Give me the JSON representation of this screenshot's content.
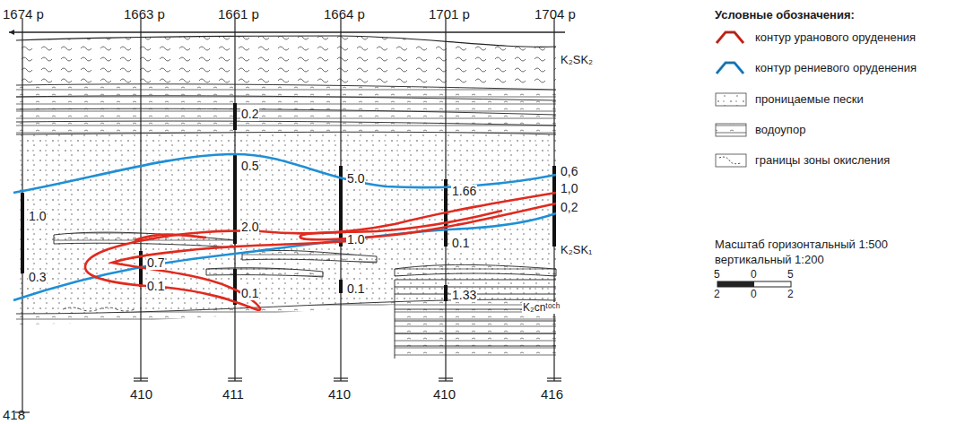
{
  "diagram": {
    "labels": [
      "1674 р",
      "1663 р",
      "1661 р",
      "1664 р",
      "1701 р",
      "1704 р",
      "K₂SK₂",
      "0.2",
      "0.5",
      "2.0",
      "0.1",
      "5.0",
      "1.0",
      "0.1",
      "1.66",
      "0.1",
      "1.33",
      "0,6",
      "1,0",
      "0,2",
      "K₂SK₁",
      "1.0",
      "0.3",
      "0.7",
      "0.1",
      "K₂cnᵗᵒᶜʰ",
      "418",
      "410",
      "411",
      "410",
      "410",
      "416",
      "Условные обозначения:",
      "Масштаб горизонтальный 1:500",
      "вертикальный 1:200",
      "5",
      "0",
      "5",
      "2",
      "0",
      "2"
    ],
    "legend": [
      {
        "text": "контур уранового оруденения"
      },
      {
        "text": "контур рениевого оруденения"
      },
      {
        "text": "проницаемые пески"
      },
      {
        "text": "водоупор"
      },
      {
        "text": "границы зоны окисления"
      }
    ]
  }
}
